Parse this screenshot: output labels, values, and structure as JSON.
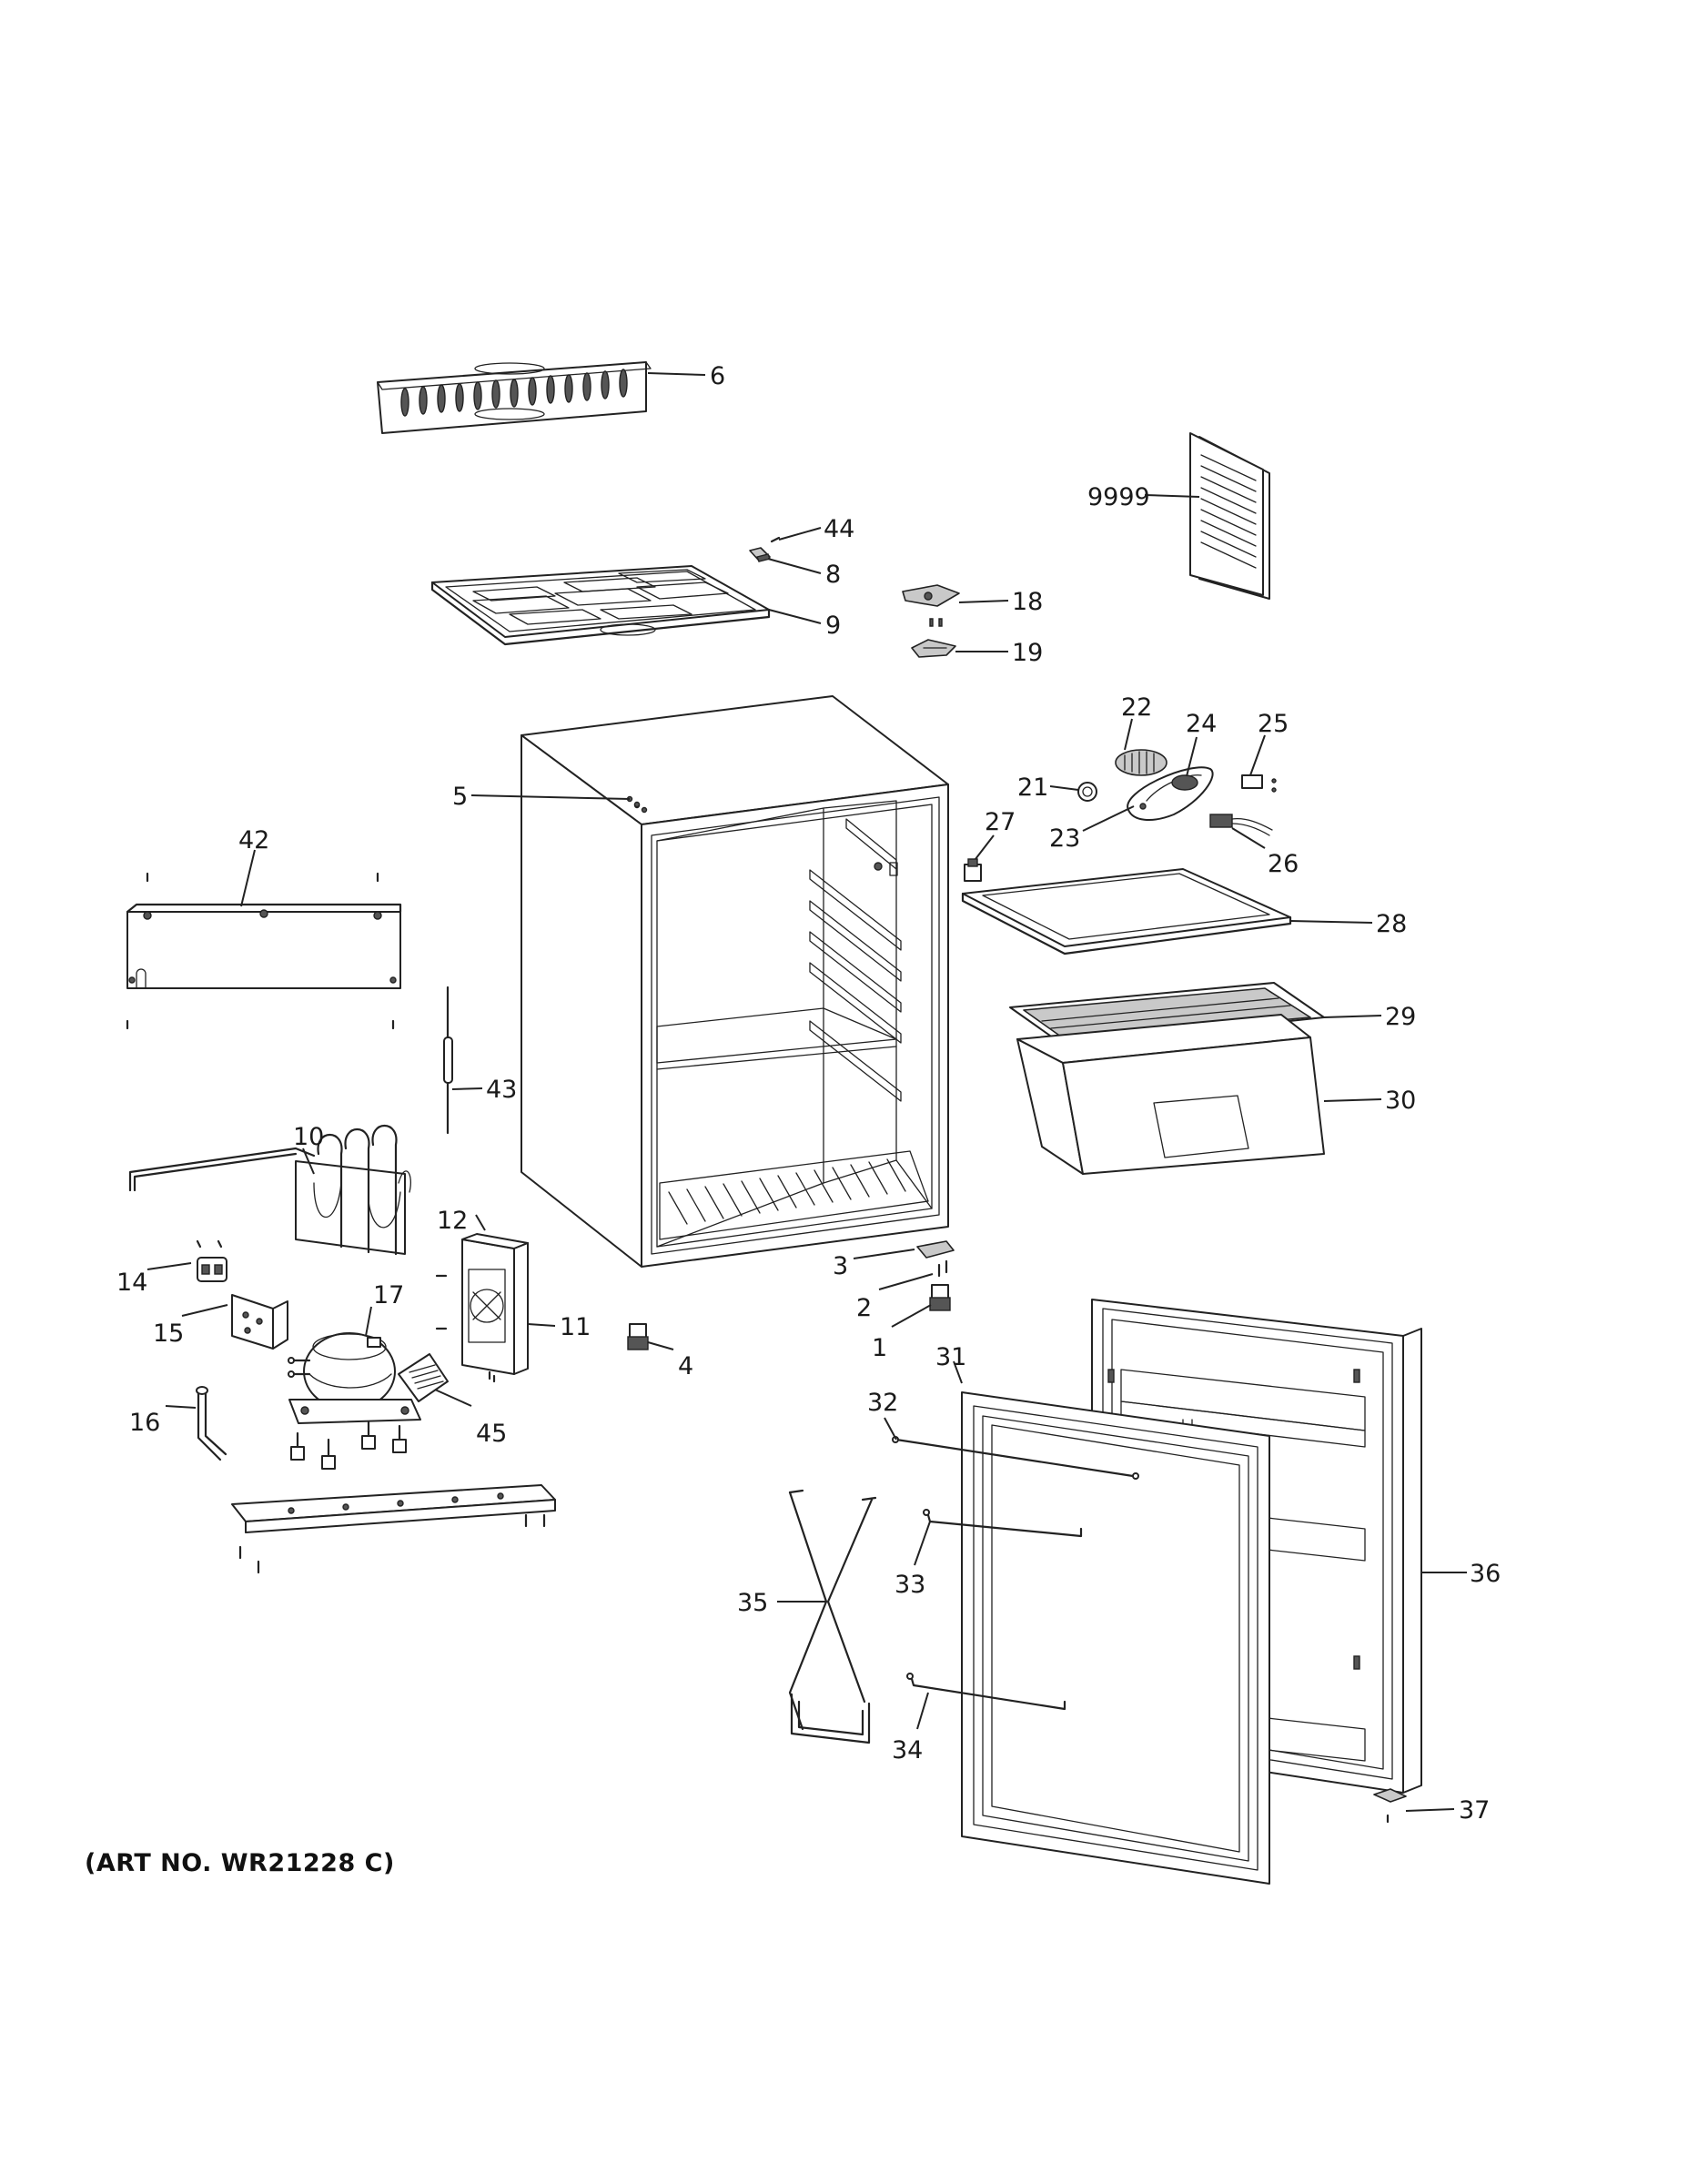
{
  "diagram": {
    "art_number": "(ART NO. WR21228 C)",
    "callouts": {
      "c1": "1",
      "c2": "2",
      "c3": "3",
      "c4": "4",
      "c5": "5",
      "c6": "6",
      "c8": "8",
      "c9": "9",
      "c10": "10",
      "c11": "11",
      "c12": "12",
      "c14": "14",
      "c15": "15",
      "c16": "16",
      "c17": "17",
      "c18": "18",
      "c19": "19",
      "c21": "21",
      "c22": "22",
      "c23": "23",
      "c24": "24",
      "c25": "25",
      "c26": "26",
      "c27": "27",
      "c28": "28",
      "c29": "29",
      "c30": "30",
      "c31": "31",
      "c32": "32",
      "c33": "33",
      "c34": "34",
      "c35": "35",
      "c36": "36",
      "c37": "37",
      "c42": "42",
      "c43": "43",
      "c44": "44",
      "c45": "45",
      "c9999": "9999"
    }
  }
}
